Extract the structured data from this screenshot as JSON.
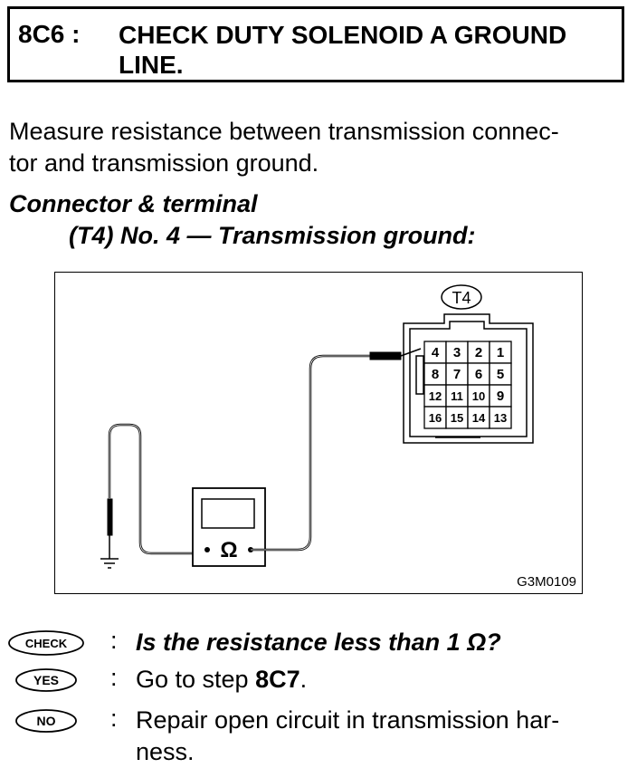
{
  "title": {
    "step": "8C6 :",
    "text": "CHECK DUTY SOLENOID A GROUND LINE."
  },
  "instruction": {
    "line1": "Measure resistance between transmission connec-",
    "line2": "tor and transmission ground."
  },
  "connector": {
    "heading": "Connector & terminal",
    "detail": "(T4) No. 4 — Transmission ground:"
  },
  "figure": {
    "connector_label": "T4",
    "meter_symbol": "Ω",
    "code": "G3M0109",
    "terminals": [
      [
        "4",
        "3",
        "2",
        "1"
      ],
      [
        "8",
        "7",
        "6",
        "5"
      ],
      [
        "12",
        "11",
        "10",
        "9"
      ],
      [
        "16",
        "15",
        "14",
        "13"
      ]
    ]
  },
  "results": {
    "check": {
      "badge": "CHECK",
      "colon": ":",
      "text": "Is the resistance less than 1 Ω?"
    },
    "yes": {
      "badge": "YES",
      "colon": ":",
      "prefix": "Go to step ",
      "step": "8C7",
      "suffix": "."
    },
    "no": {
      "badge": "NO",
      "colon": ":",
      "line1": "Repair open circuit in transmission har-",
      "line2": "ness."
    }
  }
}
